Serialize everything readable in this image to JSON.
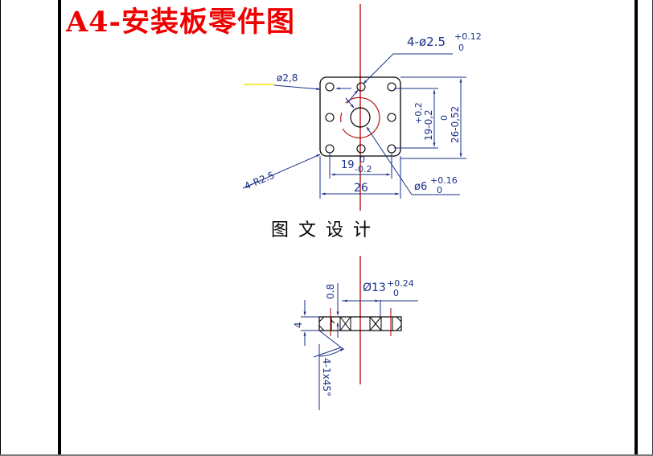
{
  "drawing": {
    "title": "A4-安装板零件图",
    "caption": "图文设计",
    "colors": {
      "title": "#ee0000",
      "centerline": "#b00000",
      "dimension": "#1a2f8a",
      "outline": "#000000",
      "leader_highlight": "#f0e000"
    },
    "plan_view": {
      "hole_callout": {
        "main": "4-ø2.5",
        "upper": "+0.12",
        "lower": "0"
      },
      "small_hole": {
        "main": "ø2,8"
      },
      "corner_radius": {
        "main": "4-R2.5"
      },
      "hole_spacing_h": {
        "main": "19",
        "upper": "0",
        "lower": "-0.2"
      },
      "width": {
        "main": "26"
      },
      "hole_spacing_v": {
        "main": "19-0,2",
        "upper": "+0,2"
      },
      "height": {
        "main": "26-0,52",
        "upper": "0"
      },
      "center_bore": {
        "main": "ø6",
        "upper": "+0.16",
        "lower": "0"
      }
    },
    "section_view": {
      "thickness": {
        "main": "4"
      },
      "chamfer_depth": {
        "main": "0.8"
      },
      "counterbore": {
        "main": "Ø13",
        "upper": "+0.24",
        "lower": "0"
      },
      "chamfer": {
        "main": "4-1x45°"
      }
    }
  }
}
